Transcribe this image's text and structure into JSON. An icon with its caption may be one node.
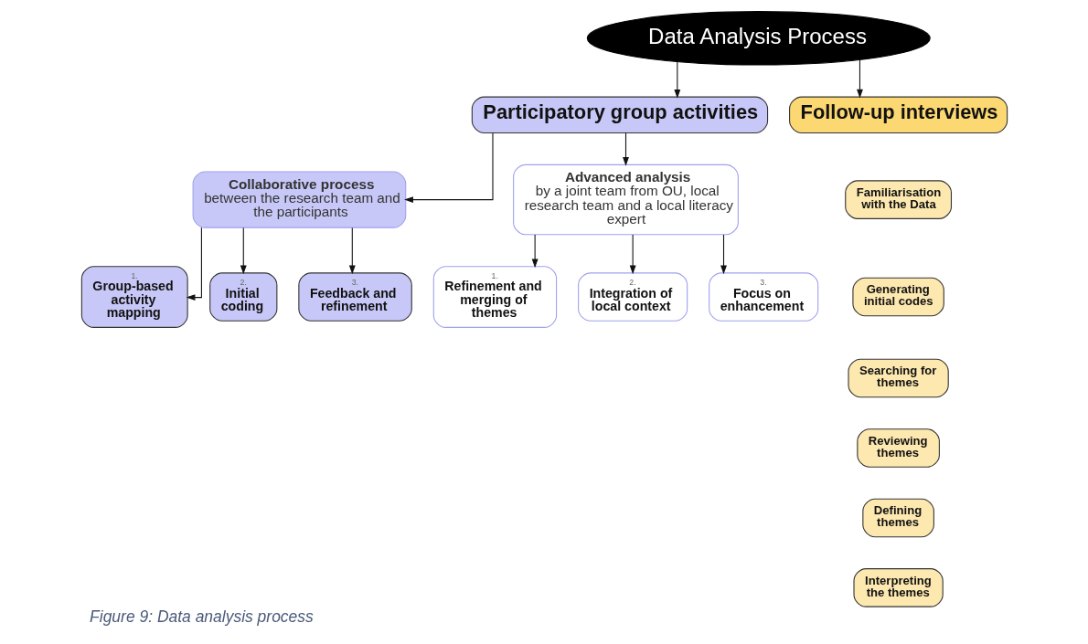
{
  "diagram": {
    "caption": "Figure 9: Data analysis process",
    "nodes": [
      {
        "text": [
          "Data Analysis Process"
        ]
      },
      {
        "text": [
          "Participatory group activities"
        ]
      },
      {
        "text": [
          "Follow-up interviews"
        ]
      },
      {
        "text": [
          "**Collaborative process** between the research team and the participants"
        ]
      },
      {
        "text": [
          "**Advanced analysis** by a joint team from OU, local research team and a local literacy expert"
        ]
      },
      {
        "text": [
          "1.",
          "Group-based activity mapping"
        ]
      },
      {
        "text": [
          "2.",
          "Initial coding"
        ]
      },
      {
        "text": [
          "3.",
          "Feedback and refinement"
        ]
      },
      {
        "text": [
          "1.",
          "Refinement and merging of themes"
        ]
      },
      {
        "text": [
          "2.",
          "Integration of local context"
        ]
      },
      {
        "text": [
          "3.",
          "Focus on enhancement"
        ]
      },
      {
        "text": [
          "Familiarisation with the Data"
        ]
      },
      {
        "text": [
          "Generating initial codes"
        ]
      },
      {
        "text": [
          "Searching for themes"
        ]
      },
      {
        "text": [
          "Reviewing themes"
        ]
      },
      {
        "text": [
          "Defining themes"
        ]
      },
      {
        "text": [
          "Interpreting the themes"
        ]
      }
    ],
    "edges": [
      {
        "from": 0,
        "to": 1,
        "arrow": "to"
      },
      {
        "from": 0,
        "to": 2,
        "arrow": "to"
      },
      {
        "from": 1,
        "to": 3,
        "arrow": "to"
      },
      {
        "from": 1,
        "to": 4,
        "arrow": "to"
      },
      {
        "from": 3,
        "to": 5,
        "arrow": "to"
      },
      {
        "from": 3,
        "to": 6,
        "arrow": "to"
      },
      {
        "from": 3,
        "to": 7,
        "arrow": "to"
      },
      {
        "from": 4,
        "to": 8,
        "arrow": "to"
      },
      {
        "from": 4,
        "to": 9,
        "arrow": "to"
      },
      {
        "from": 4,
        "to": 10,
        "arrow": "to"
      }
    ]
  }
}
